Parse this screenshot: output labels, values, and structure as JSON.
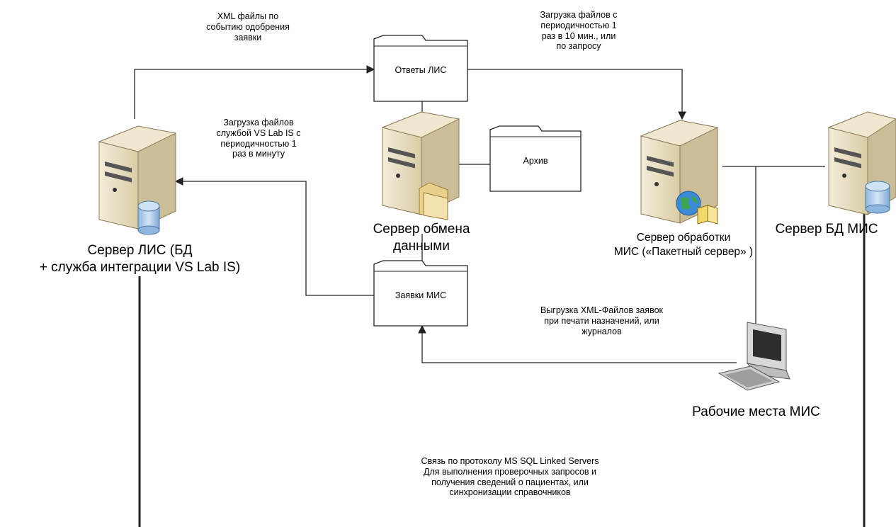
{
  "connections": {
    "xml_on_approval": [
      "XML файлы по",
      "событию одобрения",
      "заявки"
    ],
    "download_every_10min": [
      "Загрузка файлов с",
      "периодичностью 1",
      "раз в 10 мин., или",
      "по запросу"
    ],
    "download_every_minute": [
      "Загрузка файлов",
      "службой VS Lab IS с",
      "периодичностью 1",
      "раз в минуту"
    ],
    "export_xml_orders": [
      "Выгрузка XML-Файлов заявок",
      "при печати назначений, или",
      "журналов"
    ],
    "linked_servers": [
      "Связь по протоколу MS SQL Linked Servers",
      "Для выполнения проверочных запросов и",
      "получения сведений о пациентах, или",
      "синхронизации справочников"
    ]
  },
  "nodes": {
    "lis_server": [
      "Сервер ЛИС (БД",
      "+ служба интеграции VS Lab IS)"
    ],
    "exchange_server": [
      "Сервер обмена",
      "данными"
    ],
    "processing_server": [
      "Сервер обработки",
      "МИС («Пакетный сервер» )"
    ],
    "db_server": [
      "Сервер БД МИС"
    ],
    "workstations": [
      "Рабочие места МИС"
    ]
  },
  "folders": {
    "lis_answers": "Ответы ЛИС",
    "archive": "Архив",
    "mis_orders": "Заявки МИС"
  },
  "colors": {
    "server_body": "#e9dfc6",
    "server_side": "#cbbd98",
    "db_cylinder": "#a9c8e6",
    "line": "#222222"
  }
}
